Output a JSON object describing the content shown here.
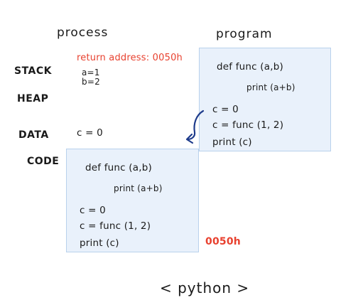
{
  "titles": {
    "process": "process",
    "program": "program"
  },
  "segments": {
    "stack": "STACK",
    "heap": "HEAP",
    "data": "DATA",
    "code": "CODE"
  },
  "stack": {
    "return_address": "return address: 0050h",
    "a": "a=1",
    "b": "b=2"
  },
  "data_segment": {
    "c": "c = 0"
  },
  "program_box": {
    "line1": "def func (a,b)",
    "line2": "print (a+b)",
    "line3": "c = 0",
    "line4": "c = func (1, 2)",
    "line5": "print (c)"
  },
  "code_box": {
    "line1": "def func (a,b)",
    "line2": "print (a+b)",
    "line3": "c = 0",
    "line4": "c = func (1, 2)",
    "line5": "print (c)"
  },
  "address_label": "0050h",
  "footer": "< python >",
  "colors": {
    "box_fill": "#e9f1fb",
    "box_border": "#b9d1ec",
    "red": "#e8412f",
    "arrow": "#1f3c8c"
  }
}
